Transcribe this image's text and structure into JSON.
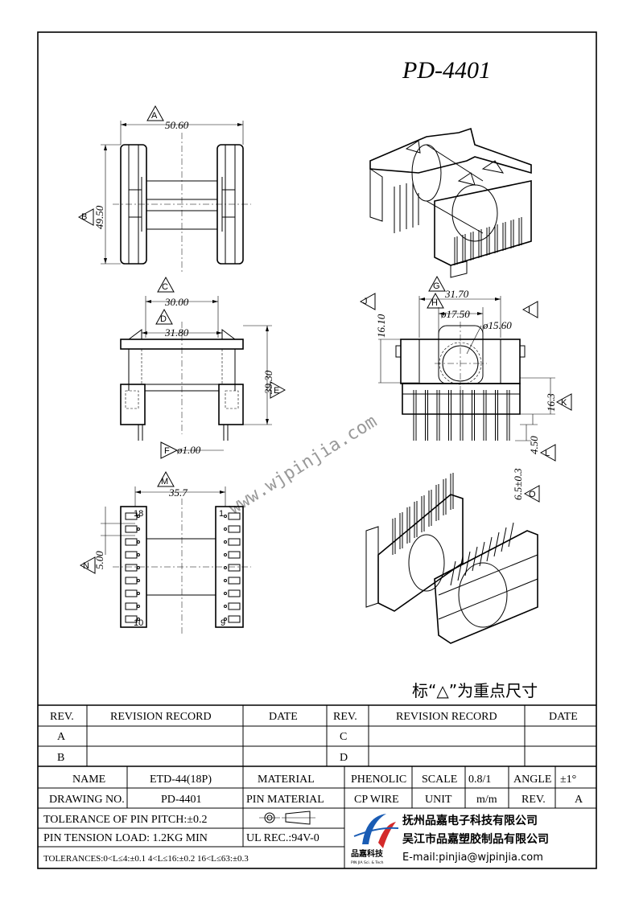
{
  "title": "PD-4401",
  "dimensions": {
    "a": {
      "tag": "A",
      "value": "50.60"
    },
    "b": {
      "tag": "B",
      "value": "49.50"
    },
    "c": {
      "tag": "C",
      "value": "30.00"
    },
    "d": {
      "tag": "D",
      "value": "31.80"
    },
    "e": {
      "tag": "E",
      "value": "39.30"
    },
    "f": {
      "tag": "F",
      "value": "ø1.00"
    },
    "g": {
      "tag": "G",
      "value": "31.70"
    },
    "h": {
      "tag": "H",
      "value": "ø17.50"
    },
    "i": {
      "tag": "I",
      "value": "ø15.60"
    },
    "j": {
      "tag": "J",
      "value": "16.10"
    },
    "k": {
      "tag": "K",
      "value": "16.3"
    },
    "l": {
      "tag": "L",
      "value": "4.50"
    },
    "m": {
      "tag": "M",
      "value": "35.7"
    },
    "n": {
      "tag": "N",
      "value": "5.00"
    },
    "o": {
      "tag": "O",
      "value": "6.5±0.3"
    }
  },
  "pins": {
    "p18": "18",
    "p1": "1",
    "p10": "10",
    "p9": "9"
  },
  "watermark": "www.wjpinjia.com",
  "key_note": "标“△”为重点尺寸",
  "revision_table": {
    "headers": [
      "REV.",
      "REVISION RECORD",
      "DATE",
      "REV.",
      "REVISION RECORD",
      "DATE"
    ],
    "rows": [
      [
        "A",
        "",
        "",
        "C",
        "",
        ""
      ],
      [
        "B",
        "",
        "",
        "D",
        "",
        ""
      ]
    ]
  },
  "title_block": {
    "name_label": "NAME",
    "name_value": "ETD-44(18P)",
    "material_label": "MATERIAL",
    "material_value": "PHENOLIC",
    "scale_label": "SCALE",
    "scale_value": "0.8/1",
    "angle_label": "ANGLE",
    "angle_value": "±1°",
    "drawing_no_label": "DRAWING NO.",
    "drawing_no_value": "PD-4401",
    "pin_material_label": "PIN MATERIAL",
    "pin_material_value": "CP WIRE",
    "unit_label": "UNIT",
    "unit_value": "m/m",
    "rev_label": "REV.",
    "rev_value": "A",
    "tolerance_pitch": "TOLERANCE OF PIN PITCH:±0.2",
    "pin_tension": "PIN TENSION LOAD: 1.2KG  MIN",
    "ul_rec": "UL REC.:94V-0",
    "tolerances": "TOLERANCES:0<L≤4:±0.1 4<L≤16:±0.2 16<L≤63:±0.3",
    "logo_text": "品嘉科技",
    "logo_sub": "PIN JIA Sci. & Tech",
    "company_1": "抚州品嘉电子科技有限公司",
    "company_2": "吴江市品嘉塑胶制品有限公司",
    "email": "E-mail:pinjia@wjpinjia.com"
  }
}
